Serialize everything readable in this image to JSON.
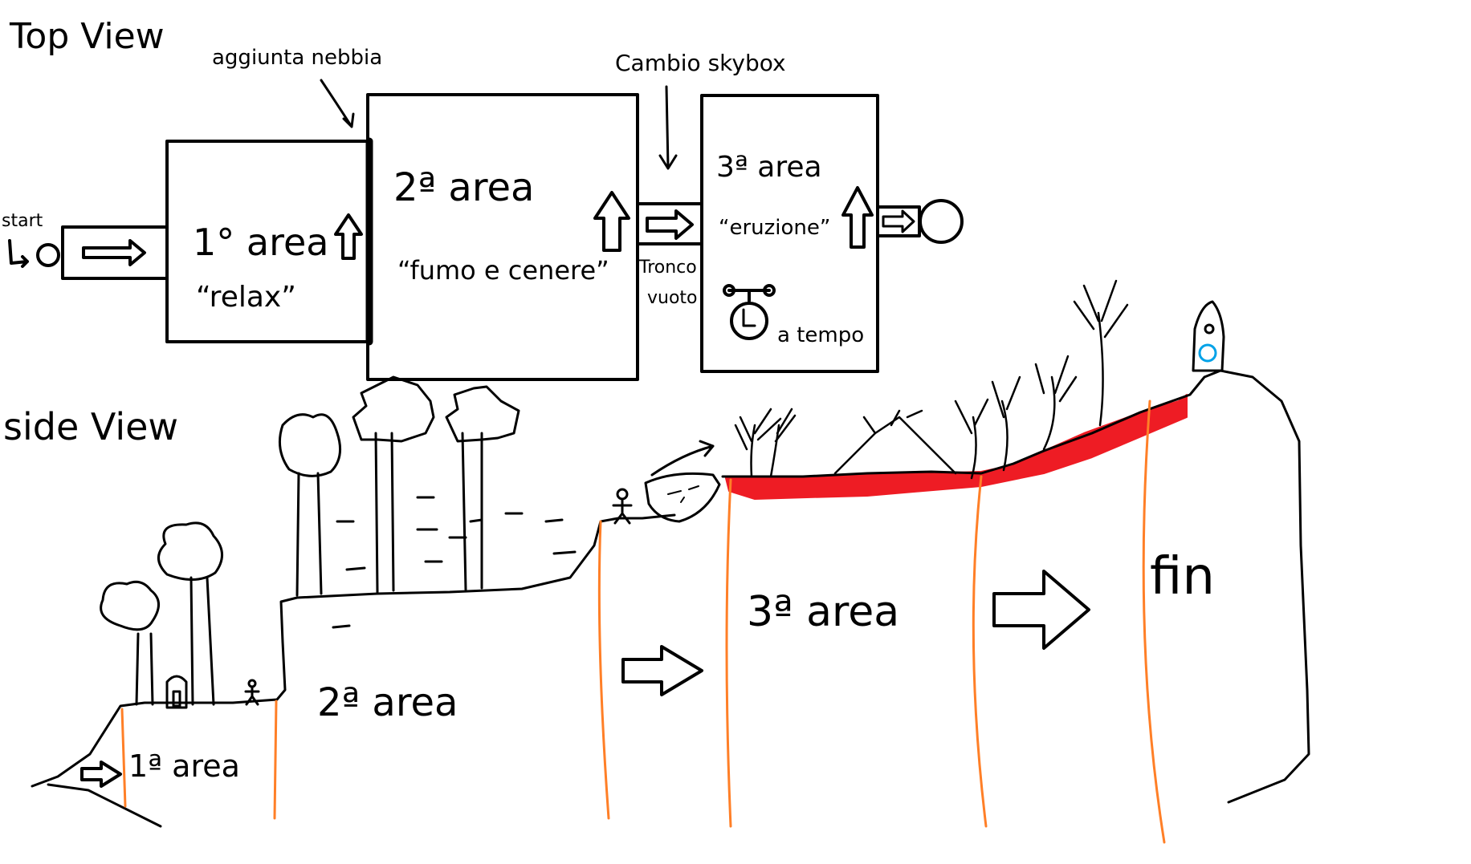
{
  "top_view": {
    "title": "Top View",
    "annotations": {
      "fog": "aggiunta nebbia",
      "skybox": "Cambio skybox",
      "start": "start",
      "hollow_trunk_line1": "Tronco",
      "hollow_trunk_line2": "vuoto"
    },
    "areas": [
      {
        "name": "1° area",
        "subtitle": "“relax”"
      },
      {
        "name": "2ª area",
        "subtitle": "“fumo e cenere”"
      },
      {
        "name": "3ª area",
        "subtitle": "“eruzione”",
        "timer_label": "a tempo"
      }
    ]
  },
  "side_view": {
    "title": "side View",
    "area_labels": {
      "area1": "1ª area",
      "area2": "2ª area",
      "area3": "3ª area",
      "end": "fin"
    }
  },
  "colors": {
    "ink": "#000000",
    "lava": "#ee1c24",
    "divider": "#ff7f27",
    "rocket_window": "#00a2e8"
  }
}
